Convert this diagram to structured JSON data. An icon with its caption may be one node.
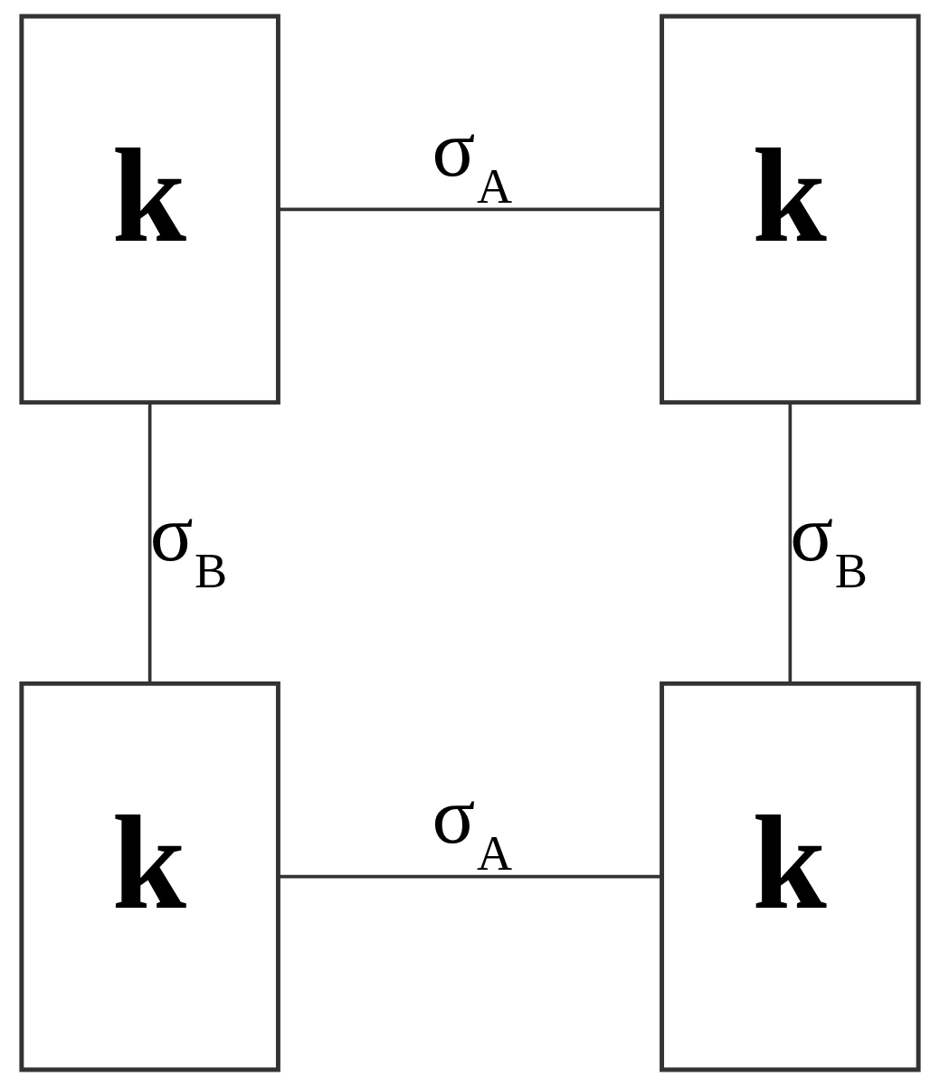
{
  "diagram": {
    "nodes": [
      {
        "text": [
          "k"
        ]
      },
      {
        "text": [
          "k"
        ]
      },
      {
        "text": [
          "k"
        ]
      },
      {
        "text": [
          "k"
        ]
      }
    ],
    "edges": [
      {
        "from": 0,
        "to": 1,
        "arrow": "none",
        "label": "σ$_{A}$"
      },
      {
        "from": 0,
        "to": 2,
        "arrow": "none",
        "label": "σ$_{B}$"
      },
      {
        "from": 1,
        "to": 3,
        "arrow": "none",
        "label": "σ$_{B}$"
      },
      {
        "from": 2,
        "to": 3,
        "arrow": "none",
        "label": "σ$_{A}$"
      }
    ]
  }
}
